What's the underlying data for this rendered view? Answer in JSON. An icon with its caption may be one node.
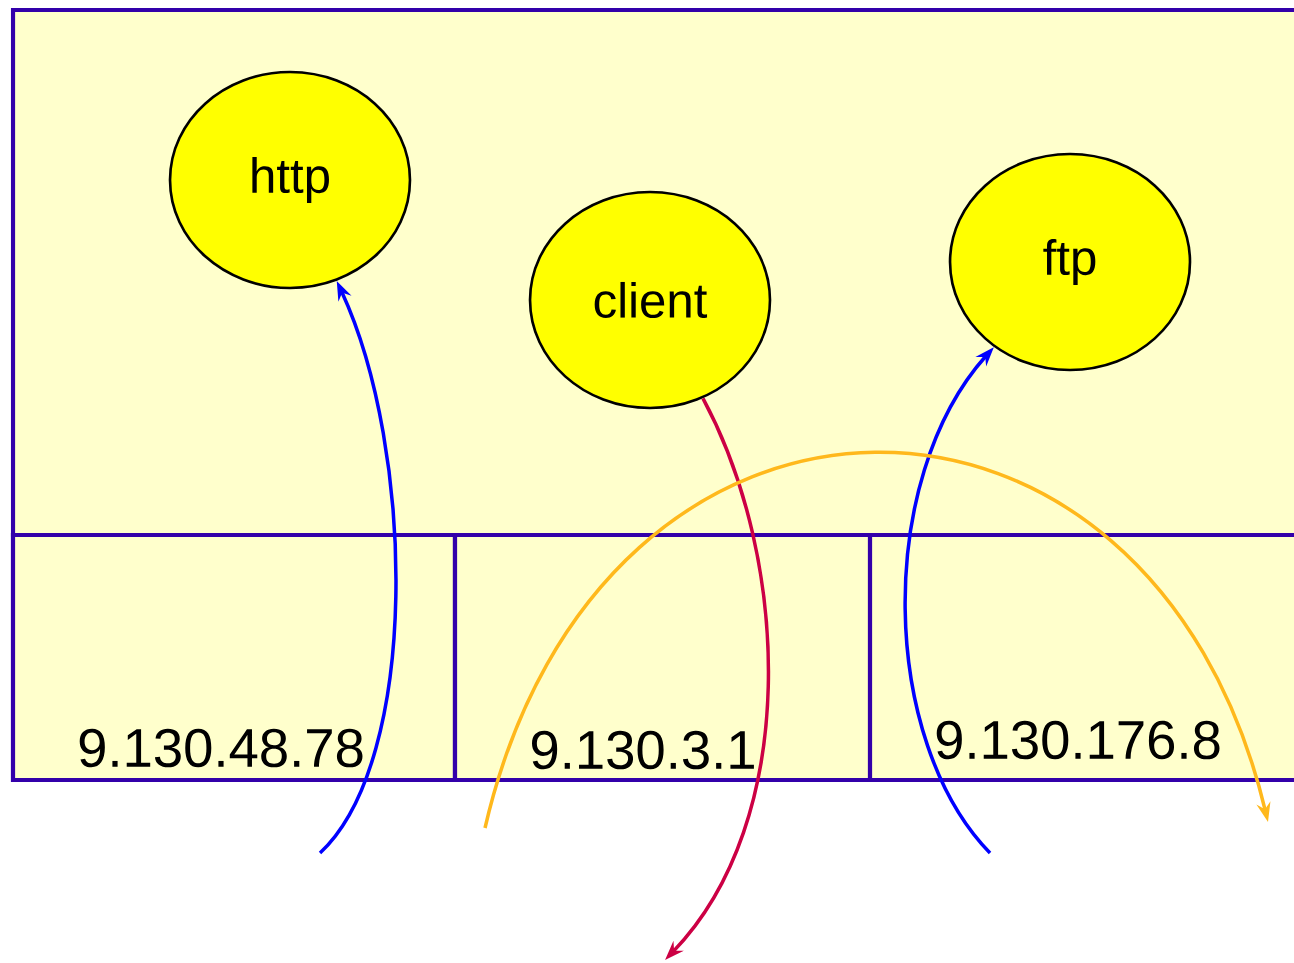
{
  "diagram": {
    "nodes": [
      {
        "text": [],
        "shape": "box"
      },
      {
        "text": [
          "http"
        ],
        "in": 0
      },
      {
        "text": [
          "client"
        ],
        "in": 0
      },
      {
        "text": [
          "ftp"
        ],
        "in": 0
      },
      {
        "text": [
          "9.130.48.78"
        ]
      },
      {
        "text": [
          "9.130.3.1"
        ]
      },
      {
        "text": [
          "9.130.176.8"
        ]
      }
    ],
    "edges": [
      {
        "from": null,
        "to": 1,
        "arrow": "to",
        "color": "#0000ff"
      },
      {
        "from": 2,
        "to": null,
        "arrow": "to",
        "color": "#cc0044"
      },
      {
        "from": null,
        "to": 3,
        "arrow": "to",
        "color": "#0000ff"
      }
    ]
  }
}
